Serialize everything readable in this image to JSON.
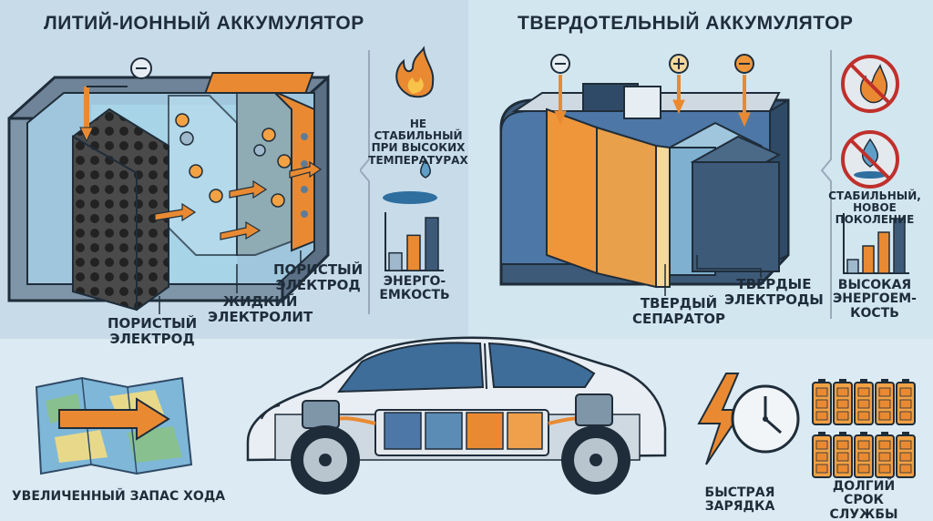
{
  "titles": {
    "liion": "ЛИТИЙ-ИОННЫЙ АККУМУЛЯТОР",
    "solid": "ТВЕРДОТЕЛЬНЫЙ АККУМУЛЯТОР"
  },
  "liion": {
    "minus": "−",
    "porous_electrode_left": "ПОРИСТЫЙ\nЭЛЕКТРОД",
    "liquid_electrolyte": "ЖИДКИЙ\nЭЛЕКТРОЛИТ",
    "porous_electrode_right": "ПОРИСТЫЙ\nЭЛЕКТРОД",
    "unstable_note": "НЕ СТАБИЛЬНЫЙ\nПРИ ВЫСОКИХ\nТЕМПЕРАТУРАХ",
    "energy_capacity": "ЭНЕРГО-\nЕМКОСТЬ"
  },
  "solid": {
    "minus_left": "−",
    "plus": "+",
    "minus_right": "−",
    "solid_separator": "ТВЕРДЫЙ\nСЕПАРАТОР",
    "solid_electrodes": "ТВЕРДЫЕ\nЭЛЕКТРОДЫ",
    "stable_note": "СТАБИЛЬНЫЙ,\nНОВОЕ ПОКОЛЕНИЕ",
    "high_energy_capacity": "ВЫСОКАЯ\nЭНЕРГОЕМ-\nКОСТЬ"
  },
  "bottom": {
    "range": "УВЕЛИЧЕННЫЙ ЗАПАС ХОДА",
    "fast_charge": "БЫСТРАЯ ЗАРЯДКА",
    "long_life": "ДОЛГИЙ СРОК\nСЛУЖБЫ"
  },
  "colors": {
    "orange": "#e98a32",
    "navy": "#3d5a78",
    "left_bg": "#c9dcea",
    "right_bg": "#cfe3ee",
    "dark": "#1f2d3a"
  },
  "chart_data": [
    {
      "type": "bar",
      "values": [
        1,
        2,
        3
      ]
    },
    {
      "type": "bar",
      "values": [
        1,
        2,
        3,
        4
      ]
    }
  ]
}
